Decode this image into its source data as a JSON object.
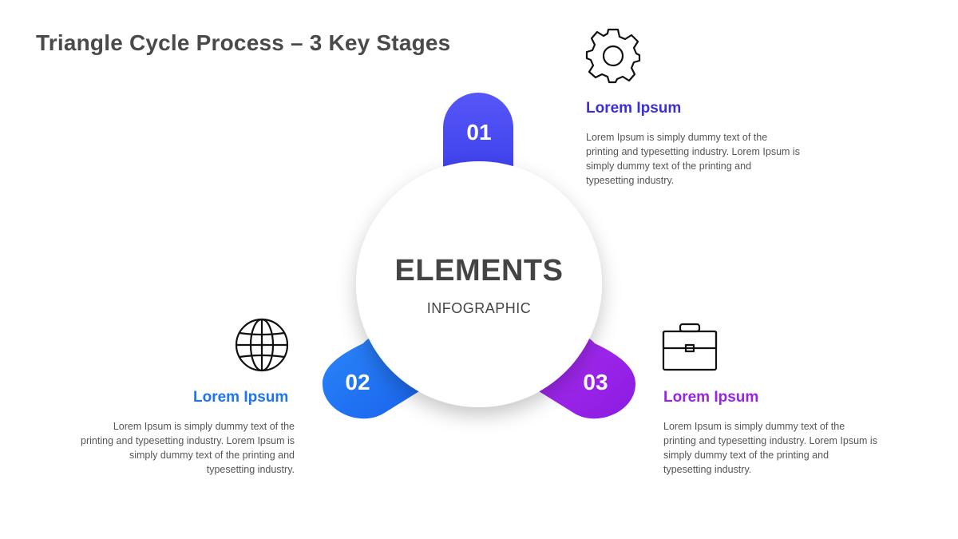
{
  "title": "Triangle Cycle Process – 3 Key Stages",
  "center": {
    "title": "ELEMENTS",
    "subtitle": "INFOGRAPHIC"
  },
  "colors": {
    "stage1": "#4a4df5",
    "stage2": "#1f74f2",
    "stage3": "#9a22e6",
    "heading_text": "#3b3bd6"
  },
  "stages": [
    {
      "number": "01",
      "icon": "gear-icon",
      "heading": "Lorem Ipsum",
      "body": "Lorem Ipsum is simply dummy text of the printing and typesetting industry. Lorem Ipsum is simply dummy text of the printing and typesetting industry."
    },
    {
      "number": "02",
      "icon": "globe-icon",
      "heading": "Lorem Ipsum",
      "body": "Lorem Ipsum is simply dummy text of the printing and typesetting industry. Lorem Ipsum is simply dummy text of the printing and typesetting industry."
    },
    {
      "number": "03",
      "icon": "briefcase-icon",
      "heading": "Lorem Ipsum",
      "body": "Lorem Ipsum is simply dummy text of the printing and typesetting industry. Lorem Ipsum is simply dummy text of the printing and typesetting industry."
    }
  ]
}
